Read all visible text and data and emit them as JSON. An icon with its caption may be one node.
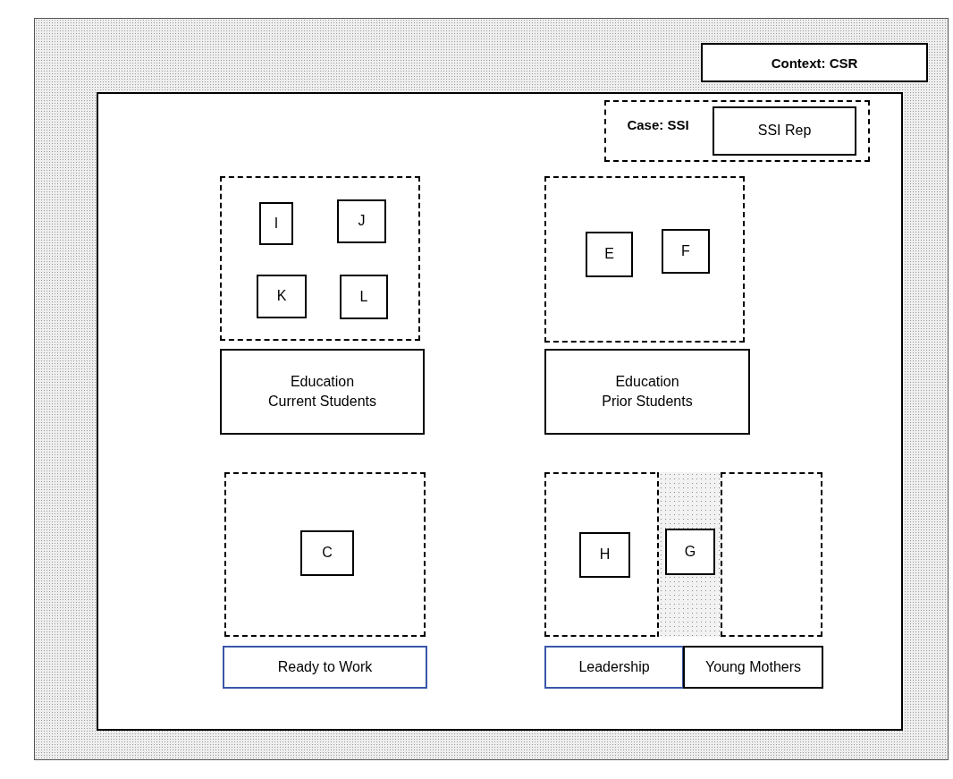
{
  "diagram": {
    "nodes": [
      {
        "text": [
          "Context: CSR"
        ]
      },
      {
        "text": [],
        "shape": "box",
        "in": 0
      },
      {
        "text": [
          "Case: SSI"
        ],
        "in": 1
      },
      {
        "text": [
          "SSI Rep"
        ],
        "in": 2
      },
      {
        "text": [],
        "shape": "box",
        "in": 1
      },
      {
        "text": [
          "I"
        ],
        "in": 4
      },
      {
        "text": [
          "J"
        ],
        "in": 4
      },
      {
        "text": [
          "K"
        ],
        "in": 4
      },
      {
        "text": [
          "L"
        ],
        "in": 4
      },
      {
        "text": [
          "Education",
          "Current Students"
        ],
        "in": 1
      },
      {
        "text": [],
        "shape": "box",
        "in": 1
      },
      {
        "text": [
          "E"
        ],
        "in": 10
      },
      {
        "text": [
          "F"
        ],
        "in": 10
      },
      {
        "text": [
          "Education",
          "Prior Students"
        ],
        "in": 1
      },
      {
        "text": [],
        "shape": "box",
        "in": 1
      },
      {
        "text": [
          "C"
        ],
        "in": 14
      },
      {
        "text": [
          "Ready to Work"
        ],
        "in": 1
      },
      {
        "text": [],
        "shape": "box",
        "in": 1
      },
      {
        "text": [
          "H"
        ],
        "in": 17
      },
      {
        "text": [],
        "shape": "bar",
        "in": 17
      },
      {
        "text": [
          "G"
        ],
        "in": 19
      },
      {
        "text": [
          "Leadership"
        ],
        "in": 1
      },
      {
        "text": [
          "Young Mothers"
        ],
        "in": 1
      }
    ]
  }
}
